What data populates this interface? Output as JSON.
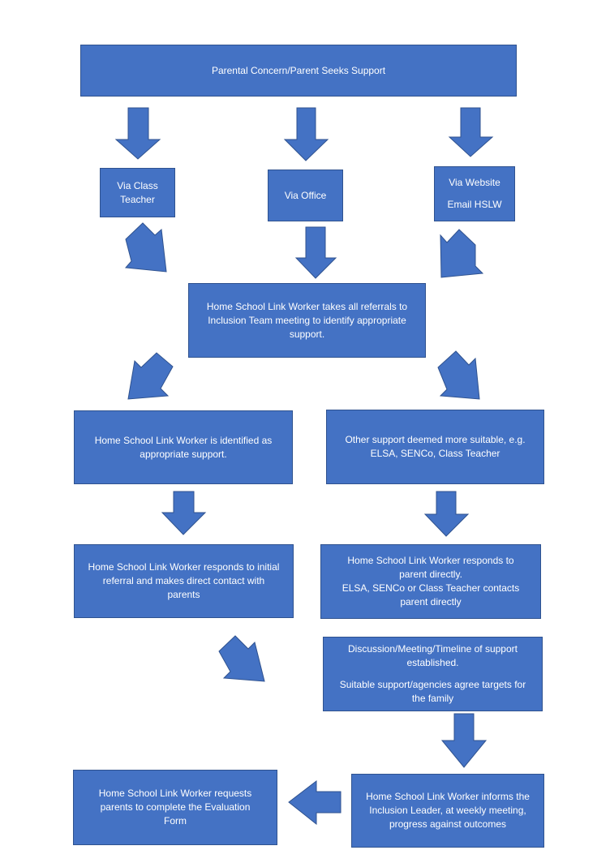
{
  "boxes": {
    "top": "Parental Concern/Parent Seeks Support",
    "class_teacher": [
      "Via Class",
      "Teacher"
    ],
    "office": "Via Office",
    "website": [
      "Via Website",
      "Email HSLW"
    ],
    "hslw_referrals": [
      "Home School Link Worker takes all referrals to",
      "Inclusion Team meeting to identify appropriate",
      "support."
    ],
    "hslw_identified": [
      "Home School Link Worker is identified as",
      "appropriate support."
    ],
    "other_support": [
      "Other support deemed more suitable, e.g.",
      "ELSA, SENCo, Class Teacher"
    ],
    "hslw_responds_initial": [
      "Home School Link Worker responds to initial",
      "referral and makes direct contact with",
      "parents"
    ],
    "hslw_responds_parent": [
      "Home School Link Worker responds to",
      "parent directly.",
      "ELSA, SENCo or Class Teacher contacts",
      "parent directly"
    ],
    "discussion": [
      "Discussion/Meeting/Timeline of support",
      "established."
    ],
    "suitable_support": [
      "Suitable support/agencies agree targets for",
      "the family"
    ],
    "hslw_informs": [
      "Home School Link Worker informs the",
      "Inclusion Leader, at weekly meeting,",
      "progress against outcomes"
    ],
    "hslw_requests": [
      "Home School Link Worker requests",
      "parents to complete the Evaluation",
      "Form"
    ]
  },
  "colors": {
    "box_fill": "#4472c4",
    "box_border": "#2f528f",
    "text": "#ffffff"
  }
}
